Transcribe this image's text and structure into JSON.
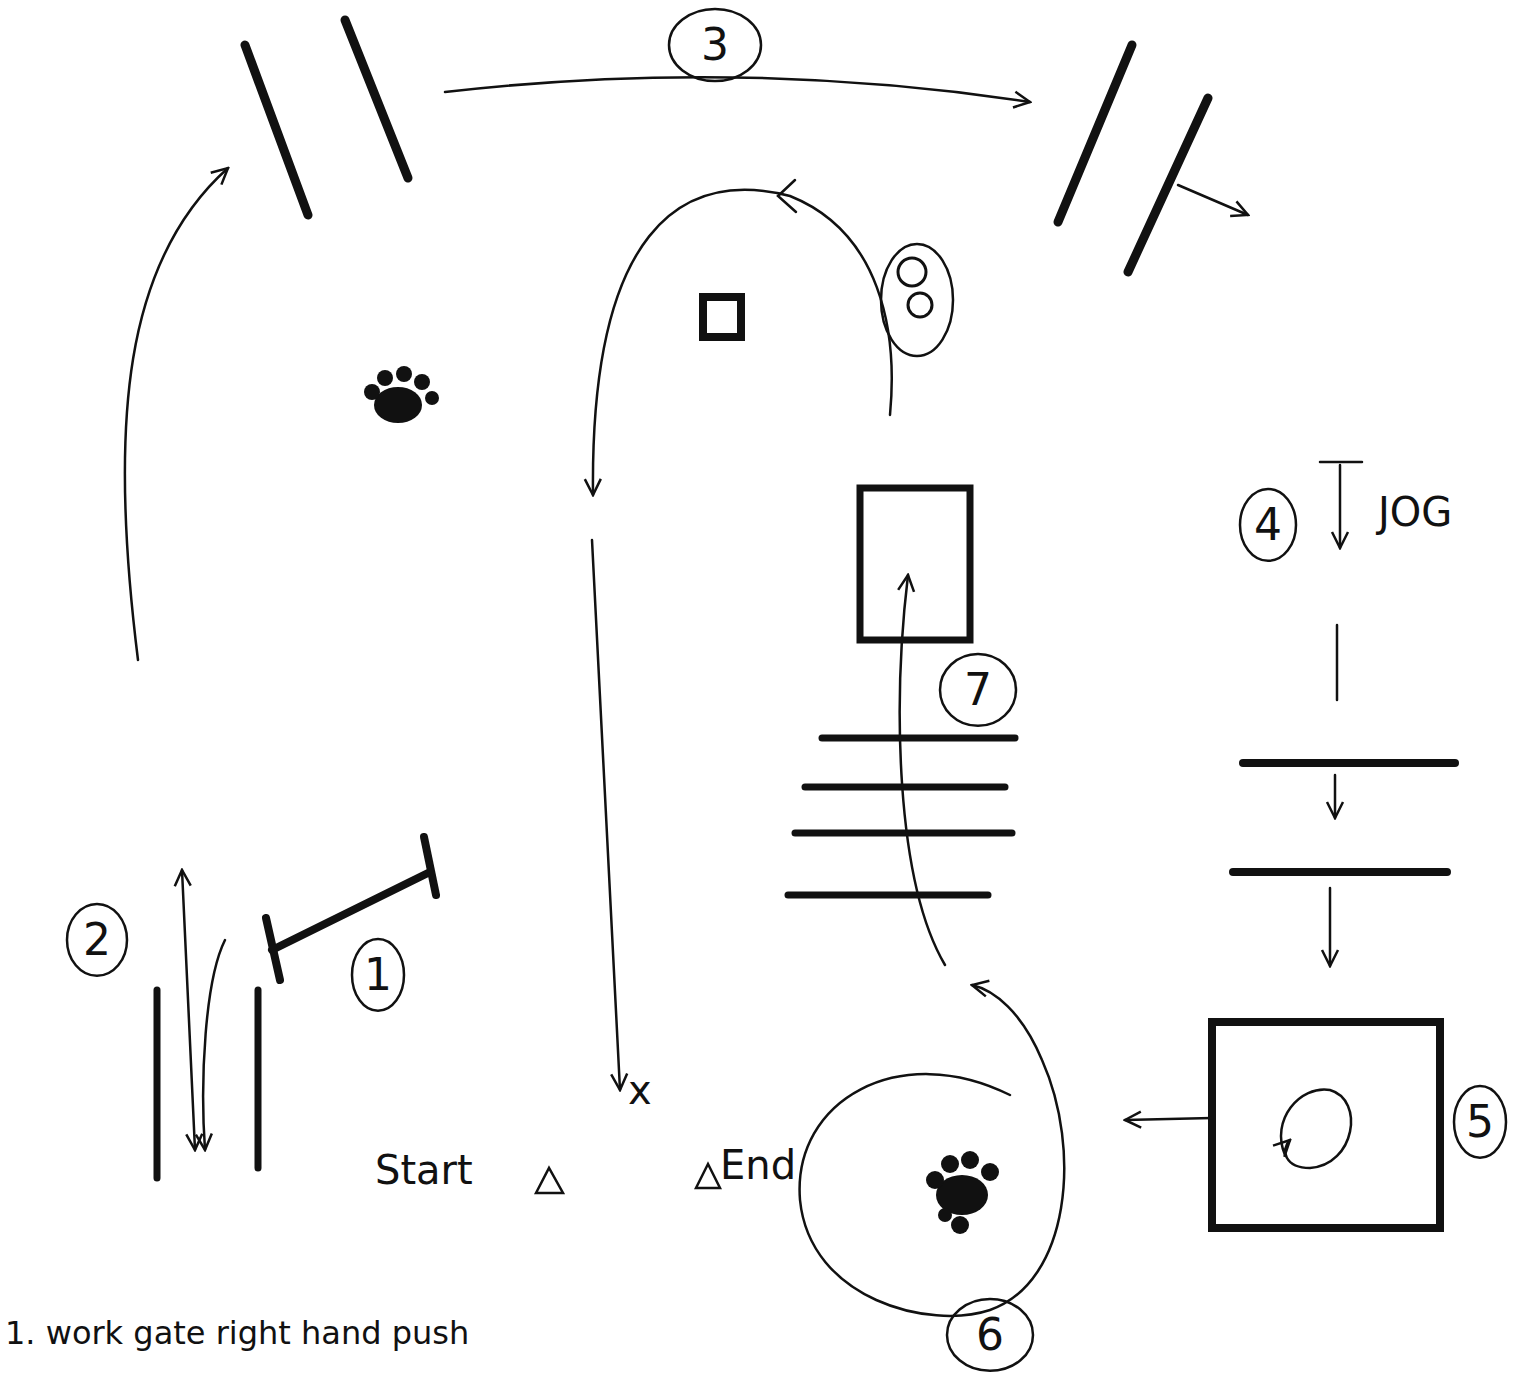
{
  "diagram": {
    "nodes": [
      {
        "text": [
          "3"
        ]
      },
      {
        "text": [
          "4"
        ]
      },
      {
        "text": [
          "7"
        ]
      },
      {
        "text": [
          "2"
        ]
      },
      {
        "text": [
          "1"
        ]
      },
      {
        "text": [
          "5"
        ]
      },
      {
        "text": [
          "6"
        ]
      }
    ],
    "labels": [
      "JOG",
      "Start",
      "End",
      "x",
      "1. work gate right hand push"
    ]
  }
}
